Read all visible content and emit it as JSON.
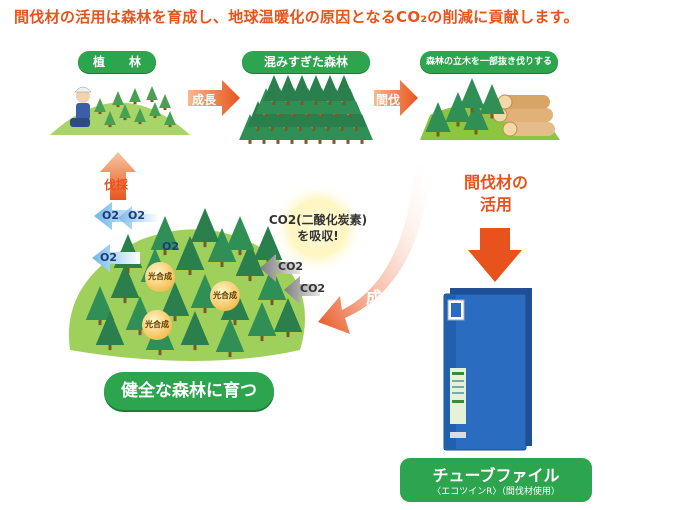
{
  "headline": "間伐材の活用は森林を育成し、地球温暖化の原因となるCO₂の削減に貢献します。",
  "stages": {
    "planting": "植　　林",
    "overcrowded": "混みすぎた森林",
    "thinning_cut": "森林の立木を一部抜き伐りする"
  },
  "arrows": {
    "growth_1": "成長",
    "thinning": "間伐",
    "harvest": "伐採",
    "growth_2": "成 長",
    "use_thinned": [
      "間伐材の",
      "活用"
    ]
  },
  "forest": {
    "o2_labels": [
      "O2",
      "O2",
      "O2",
      "O2"
    ],
    "co2_labels": [
      "CO2",
      "CO2"
    ],
    "absorb_text": [
      "CO2(二酸化炭素)",
      "を吸収!"
    ],
    "photosynthesis": [
      "光合成",
      "光合成",
      "光合成"
    ],
    "healthy_forest": "健全な森林に育つ"
  },
  "product": {
    "name": "チューブファイル",
    "note": "〈エコツインR〉（間伐材使用）"
  },
  "colors": {
    "orange": "#e8531d",
    "green": "#2da44e",
    "tree": "#2f8f55",
    "hill": "#8cc63f",
    "binder": "#2a6cc0"
  }
}
